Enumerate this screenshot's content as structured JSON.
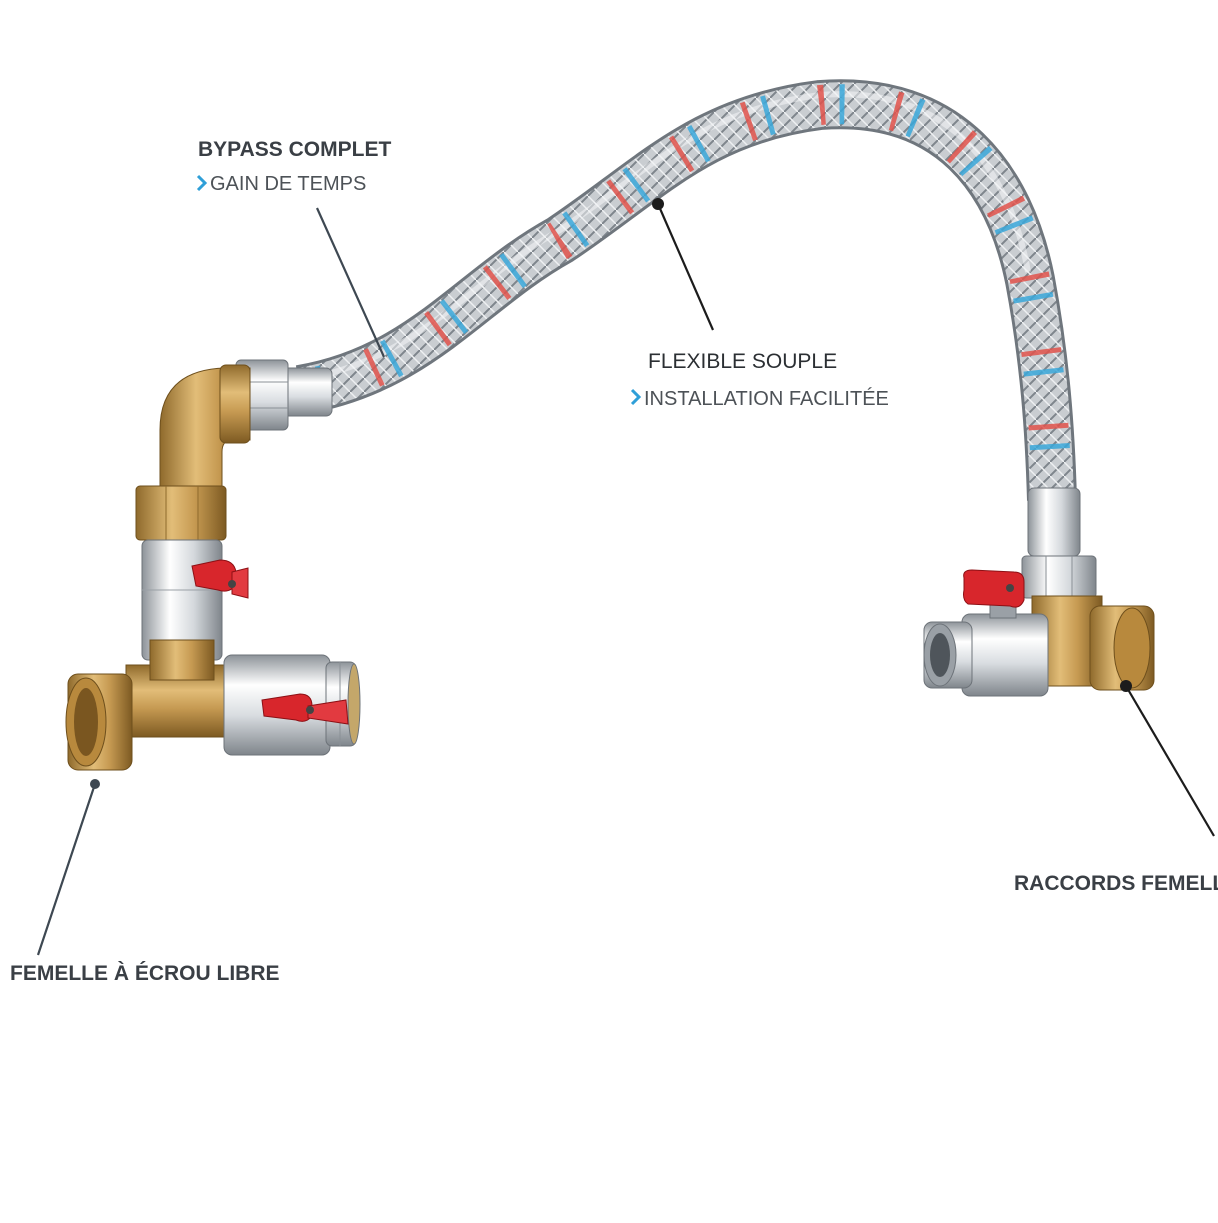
{
  "colors": {
    "background": "#ffffff",
    "hose_steel": "#c9cdd1",
    "hose_red_thread": "#e0524b",
    "hose_blue_thread": "#3aa7d9",
    "brass": "#c69a52",
    "chrome": "#d9dde1",
    "handle_red": "#d8262c",
    "label_text": "#3a3f45",
    "bullet_blue": "#2f9fd8",
    "leader": "#1c1c1c"
  },
  "labels": {
    "bypass": {
      "title": "BYPASS COMPLET",
      "sub": "GAIN DE TEMPS"
    },
    "flexible": {
      "title": "FLEXIBLE  SOUPLE",
      "sub": "INSTALLATION FACILITÉE"
    },
    "femelle_ecrou": {
      "title": "FEMELLE À ÉCROU LIBRE"
    },
    "raccords": {
      "title": "RACCORDS FEMELLE"
    }
  },
  "icons": {
    "bullet": "chevron-right-icon"
  }
}
